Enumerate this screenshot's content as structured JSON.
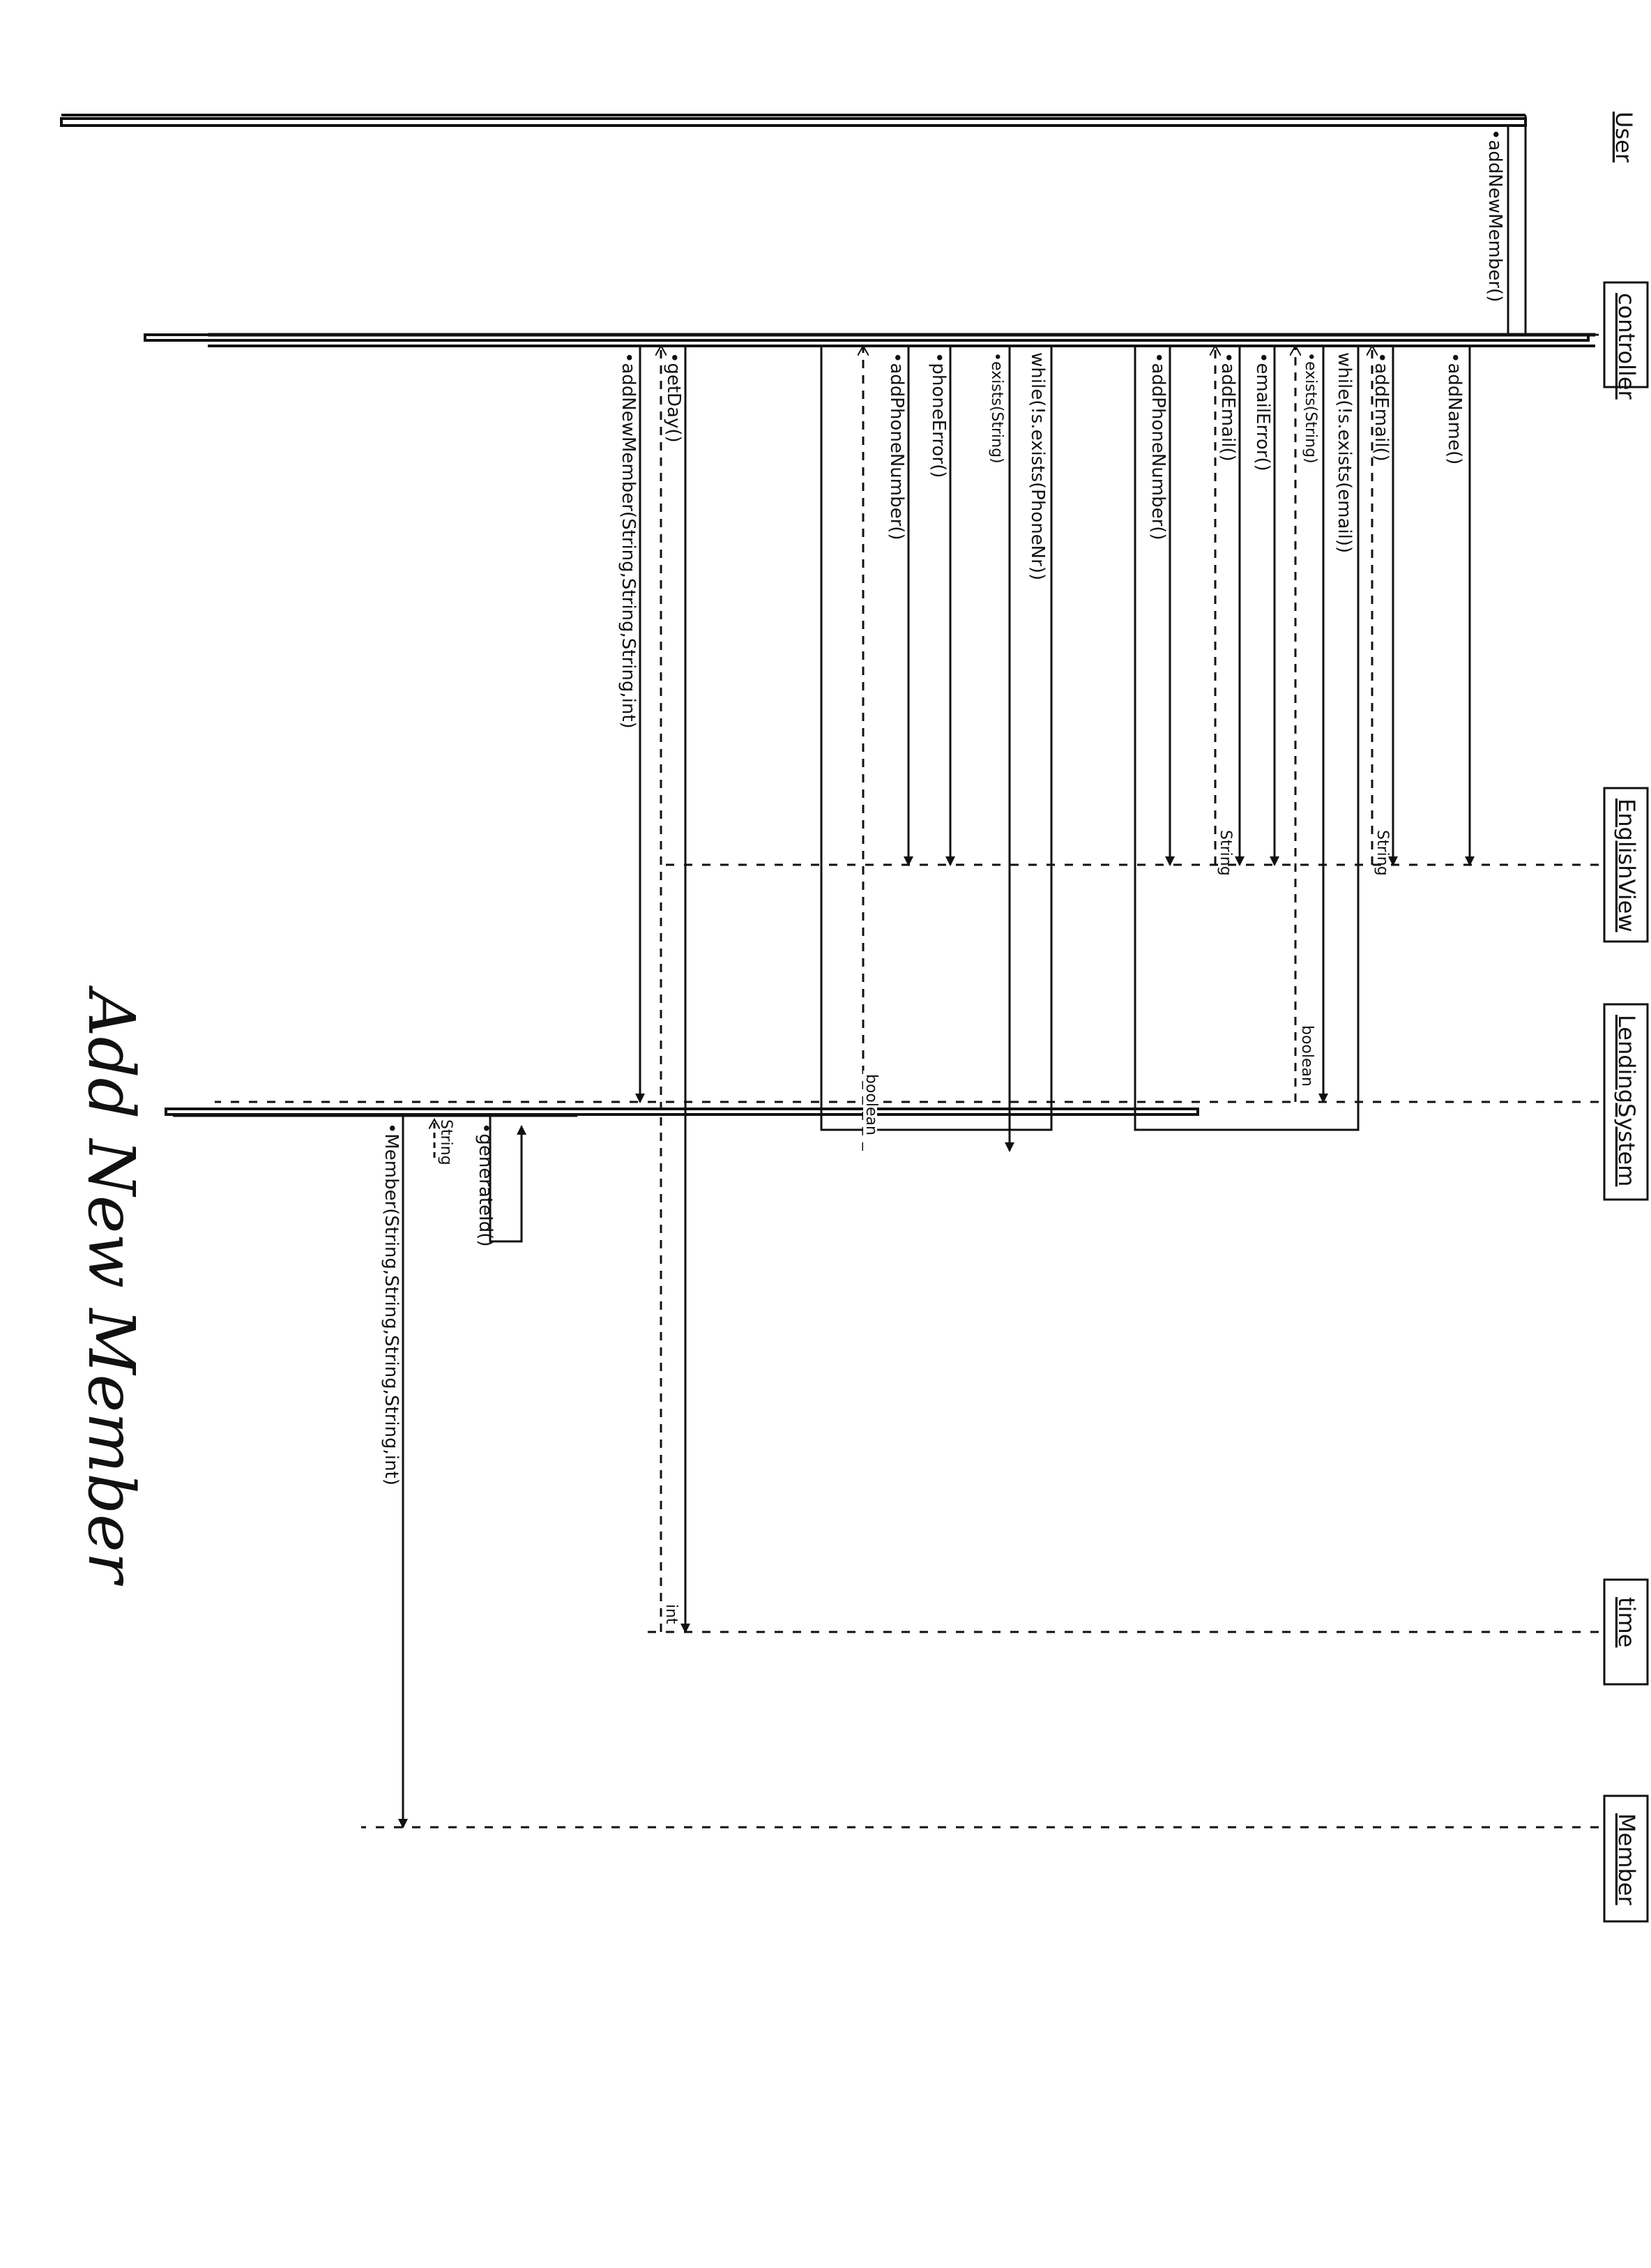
{
  "diagram": {
    "title": "Add New Member",
    "participants": {
      "user": "User",
      "controller": "controller",
      "english_view": "EnglishView",
      "lending_system": "LendingSystem",
      "time": "time",
      "member": "Member"
    },
    "messages": {
      "add_new_member": "•addNewMember()",
      "add_name": "•addName()",
      "add_email_1": "•addEmail()",
      "string_return_1": "String",
      "while_email": "while(!s.exists(email))",
      "exists_string_1": "•exists(String)",
      "boolean_return_1": "boolean",
      "email_error": "•emailError()",
      "add_email_2": "•addEmail()",
      "string_return_2": "String",
      "add_phone_number_1": "•addPhoneNumber()",
      "while_phone": "while(!s.exists(PhoneNr))",
      "exists_string_2": "•exists(String)",
      "boolean_return_2": "boolean",
      "phone_error": "•phoneError()",
      "add_phone_number_2": "•addPhoneNumber()",
      "get_day": "•getDay()",
      "int_return": "int",
      "add_new_member_call": "•addNewMember(String,String,String,int)",
      "generate_id": "•generateId()",
      "string_return_3": "String",
      "member_ctor": "•Member(String,String,String,String,int)"
    }
  }
}
